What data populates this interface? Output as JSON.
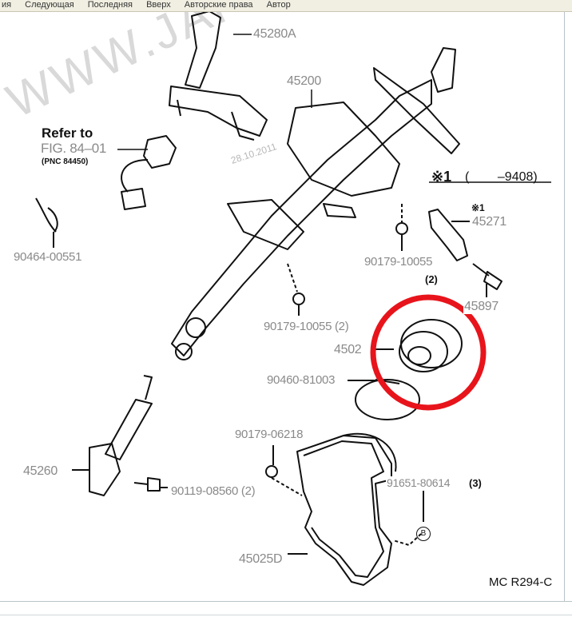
{
  "menu": {
    "items": [
      "ия",
      "Следующая",
      "Последняя",
      "Вверх",
      "Авторские права",
      "Автор"
    ]
  },
  "watermark": {
    "text": "WWW.JAPANCATS.",
    "date": "28.10.2011"
  },
  "diagram": {
    "refer": {
      "line1": "Refer to",
      "line2": "FIG. 84–01",
      "line3": "(PNC 84450)"
    },
    "note": {
      "mark": "※1",
      "range": "(        –9408)"
    },
    "labels": {
      "p45280A": "45280A",
      "p45200": "45200",
      "p90464": "90464-00551",
      "p90179a": "90179-10055",
      "p90179a_qty": "(2)",
      "note1": "※1",
      "p45271": "45271",
      "p45897": "45897",
      "p90179b": "90179-10055 (2)",
      "p4502": "4502",
      "p90460": "90460-81003",
      "p90179c": "90179-06218",
      "p45260": "45260",
      "p90119": "90119-08560 (2)",
      "p91651": "91651-80614",
      "p91651_qty": "(3)",
      "b_marker": "B",
      "p45025D": "45025D"
    },
    "figure_code": "MC R294-C",
    "highlight_color": "#e8141b"
  }
}
